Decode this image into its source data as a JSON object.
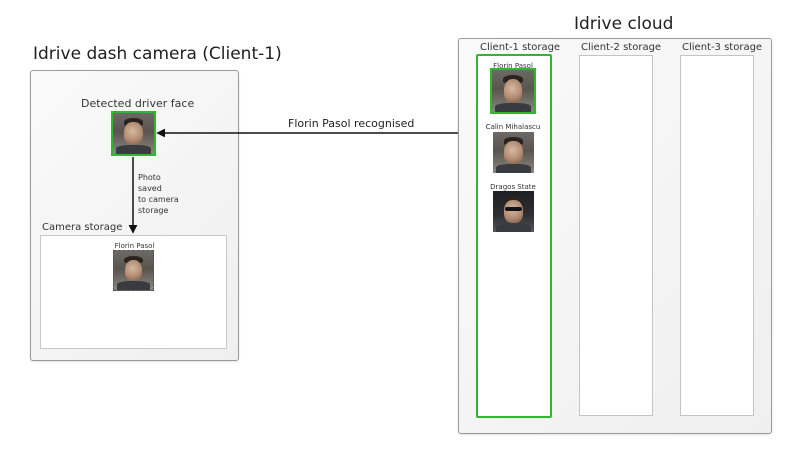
{
  "camera": {
    "title": "Idrive dash camera (Client-1)",
    "detected_label": "Detected driver face",
    "arrow_text": "Photo\nsaved\nto camera\nstorage",
    "storage_label": "Camera storage",
    "stored_face_name": "Florin Pasol"
  },
  "link": {
    "label": "Florin Pasol recognised"
  },
  "cloud": {
    "title": "Idrive cloud",
    "columns": [
      {
        "label": "Client-1 storage",
        "active": true
      },
      {
        "label": "Client-2 storage",
        "active": false
      },
      {
        "label": "Client-3 storage",
        "active": false
      }
    ],
    "client1_faces": [
      {
        "name": "Florin Pasol",
        "highlighted": true
      },
      {
        "name": "Calin Mihalascu",
        "highlighted": false
      },
      {
        "name": "Dragos State",
        "highlighted": false
      }
    ]
  },
  "colors": {
    "highlight": "#2fb82f",
    "panel_border": "#9a9a9a",
    "arrow": "#111111"
  },
  "icons": {
    "face_photo": "face-photo-icon",
    "arrow": "arrow-icon"
  }
}
